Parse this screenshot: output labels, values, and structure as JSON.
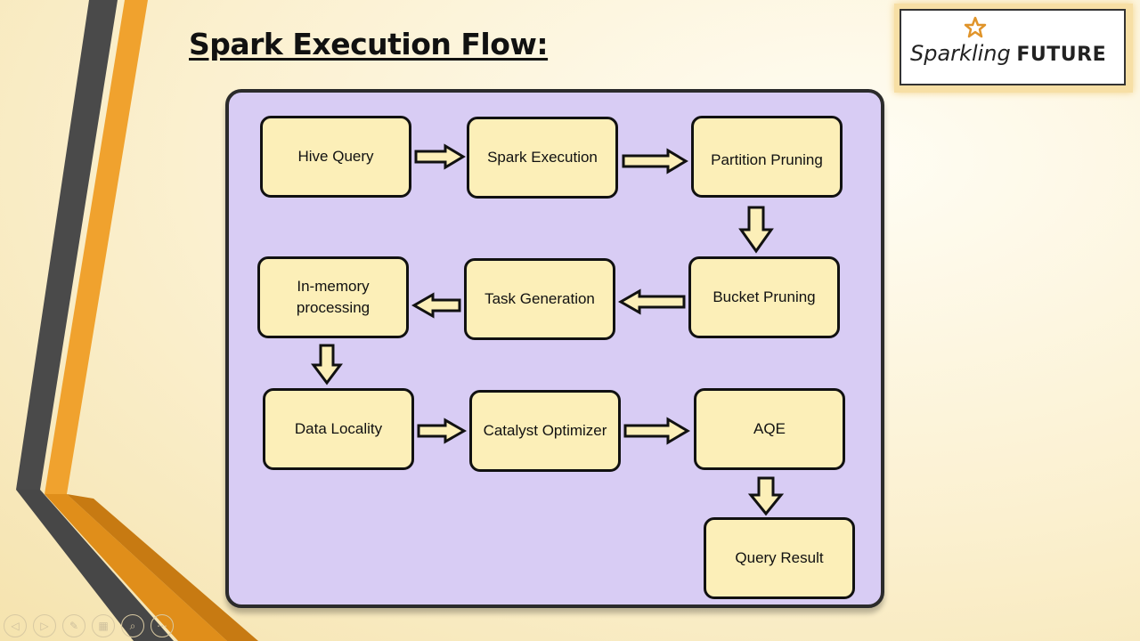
{
  "title": "Spark Execution Flow:",
  "logo": {
    "part1": "Spark",
    "part2": "ling",
    "part3": "FUTURE"
  },
  "nodes": {
    "hive_query": "Hive Query",
    "spark_execution": "Spark Execution",
    "partition_pruning": "Partition Pruning",
    "bucket_pruning": "Bucket Pruning",
    "task_generation": "Task Generation",
    "in_memory": "In-memory processing",
    "data_locality": "Data Locality",
    "catalyst_optimizer": "Catalyst Optimizer",
    "aqe": "AQE",
    "query_result": "Query Result"
  },
  "controls": {
    "prev": "◁",
    "next": "▷",
    "pen": "✎",
    "slides": "▦",
    "zoom": "⌕",
    "more": "⋯"
  }
}
